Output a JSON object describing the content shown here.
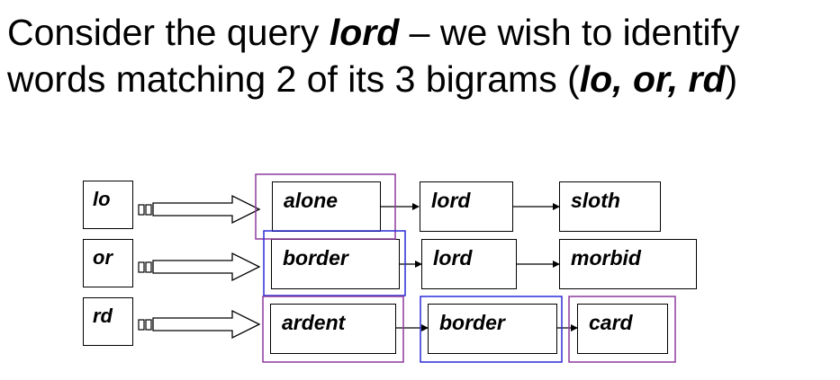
{
  "title": {
    "l1_pre": "Consider the query ",
    "l1_query": "lord",
    "l1_post": " – we wish to identify",
    "l2_pre": "words matching 2 of its 3 bigrams (",
    "l2_bigrams": "lo, or, rd",
    "l2_post": ")"
  },
  "rows": [
    {
      "bigram": "lo",
      "postings": [
        "alone",
        "lord",
        "sloth"
      ]
    },
    {
      "bigram": "or",
      "postings": [
        "border",
        "lord",
        "morbid"
      ]
    },
    {
      "bigram": "rd",
      "postings": [
        "ardent",
        "border",
        "card"
      ]
    }
  ],
  "highlights": {
    "purple": "#8e3a9e",
    "blue": "#2b2bd6"
  }
}
